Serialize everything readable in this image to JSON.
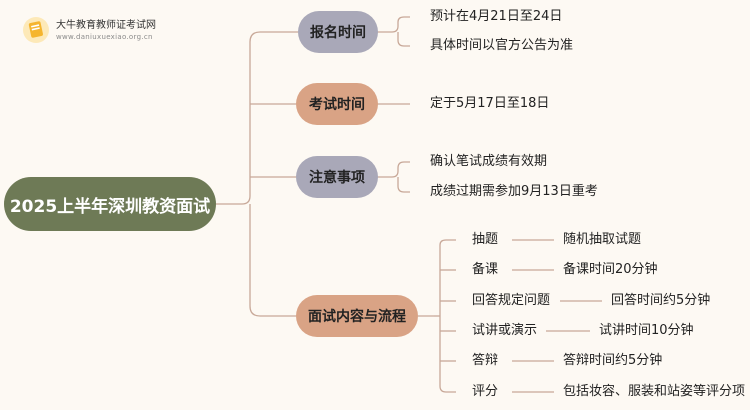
{
  "logo": {
    "name": "大牛教育教师证考试网",
    "url": "www.daniuxuexiao.org.cn",
    "icon": "book-icon",
    "color": "#f5b52e"
  },
  "root": {
    "label": "2025上半年深圳教资面试"
  },
  "branches": [
    {
      "label": "报名时间",
      "leaves": [
        "预计在4月21日至24日",
        "具体时间以官方公告为准"
      ]
    },
    {
      "label": "考试时间",
      "leaves": [
        "定于5月17日至18日"
      ]
    },
    {
      "label": "注意事项",
      "leaves": [
        "确认笔试成绩有效期",
        "成绩过期需参加9月13日重考"
      ]
    },
    {
      "label": "面试内容与流程",
      "steps": [
        {
          "label": "抽题",
          "detail": "随机抽取试题"
        },
        {
          "label": "备课",
          "detail": "备课时间20分钟"
        },
        {
          "label": "回答规定问题",
          "detail": "回答时间约5分钟"
        },
        {
          "label": "试讲或演示",
          "detail": "试讲时间10分钟"
        },
        {
          "label": "答辩",
          "detail": "答辩时间约5分钟"
        },
        {
          "label": "评分",
          "detail": "包括妆容、服装和站姿等评分项"
        }
      ]
    }
  ],
  "colors": {
    "root": "#6e7a56",
    "grey": "#a9a8b8",
    "orange": "#d9a385",
    "line": "#c8a898",
    "background": "#fdf9f3"
  }
}
